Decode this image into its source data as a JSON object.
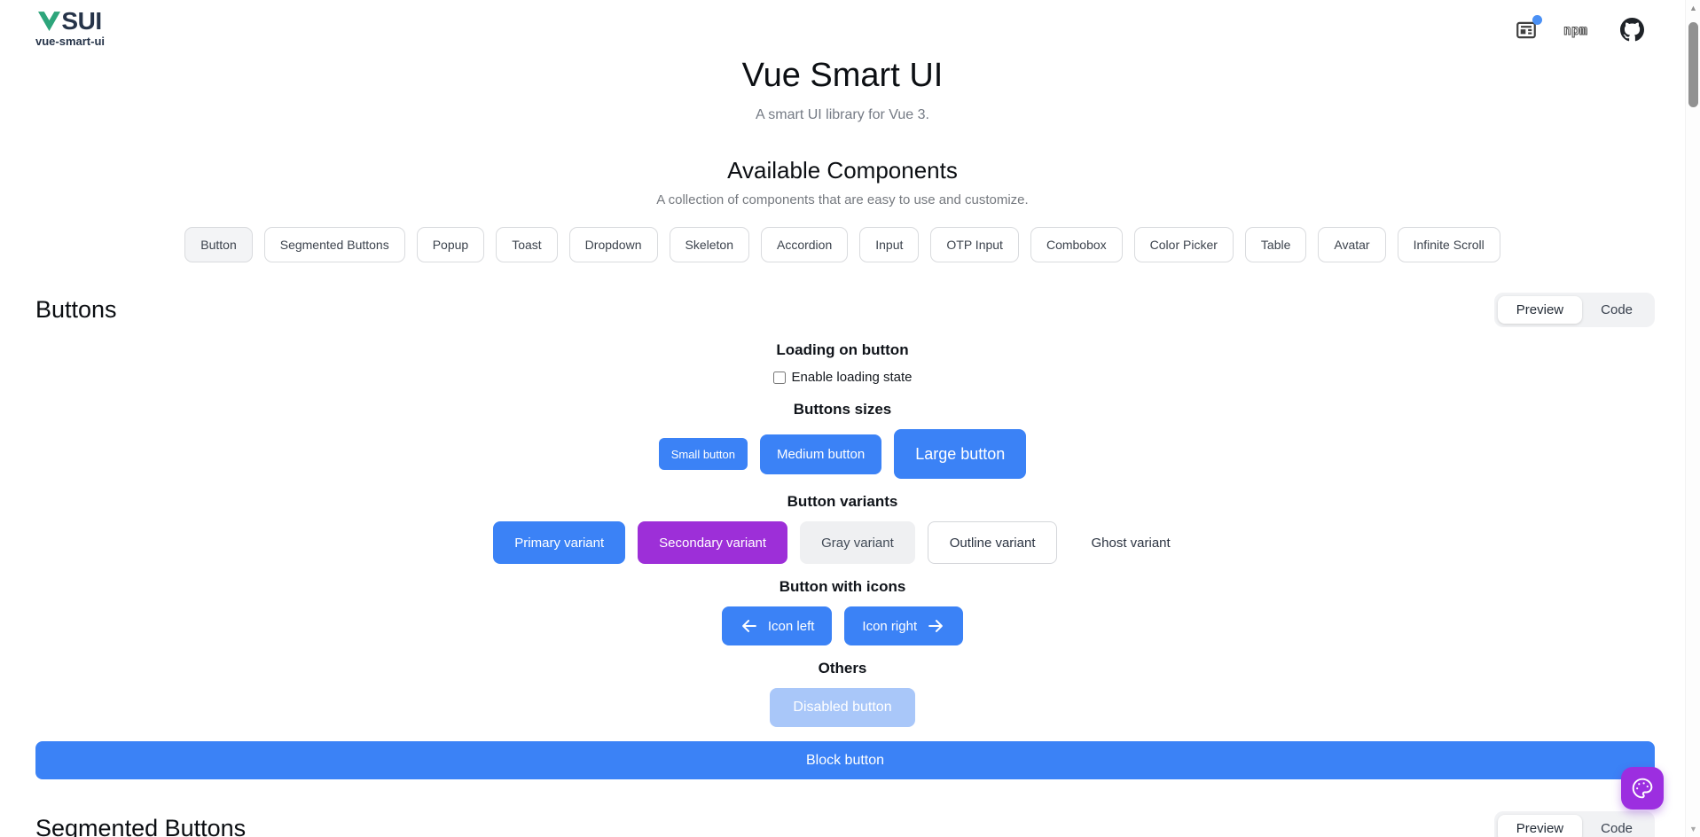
{
  "brand": {
    "v": "V",
    "name": "SUI",
    "tagline": "vue-smart-ui"
  },
  "header": {
    "icons": [
      "changelog-icon",
      "npm-icon",
      "github-icon"
    ],
    "has_notification_dot": true
  },
  "hero": {
    "title": "Vue Smart UI",
    "subtitle": "A smart UI library for Vue 3."
  },
  "components": {
    "title": "Available Components",
    "subtitle": "A collection of components that are easy to use and customize.",
    "items": [
      "Button",
      "Segmented Buttons",
      "Popup",
      "Toast",
      "Dropdown",
      "Skeleton",
      "Accordion",
      "Input",
      "OTP Input",
      "Combobox",
      "Color Picker",
      "Table",
      "Avatar",
      "Infinite Scroll"
    ],
    "active_item": "Button"
  },
  "buttons_section": {
    "title": "Buttons",
    "toggle": {
      "preview": "Preview",
      "code": "Code",
      "active": "Preview"
    },
    "loading": {
      "heading": "Loading on button",
      "checkbox_label": "Enable loading state",
      "checked": false
    },
    "sizes": {
      "heading": "Buttons sizes",
      "items": [
        "Small button",
        "Medium button",
        "Large button"
      ]
    },
    "variants": {
      "heading": "Button variants",
      "items": [
        "Primary variant",
        "Secondary variant",
        "Gray variant",
        "Outline variant",
        "Ghost variant"
      ]
    },
    "with_icons": {
      "heading": "Button with icons",
      "items": [
        "Icon left",
        "Icon right"
      ]
    },
    "others": {
      "heading": "Others",
      "disabled": "Disabled button",
      "block": "Block button"
    }
  },
  "segmented_section": {
    "title": "Segmented Buttons",
    "toggle": {
      "preview": "Preview",
      "code": "Code",
      "active": "Preview"
    }
  },
  "colors": {
    "primary": "#3b82f6",
    "secondary": "#9d2fd8",
    "fab": "#9c2ee0",
    "disabled_button": "#a9c7f9",
    "notification_dot": "#4a90f5",
    "logo_green": "#2da57b",
    "logo_dark": "#263449"
  }
}
